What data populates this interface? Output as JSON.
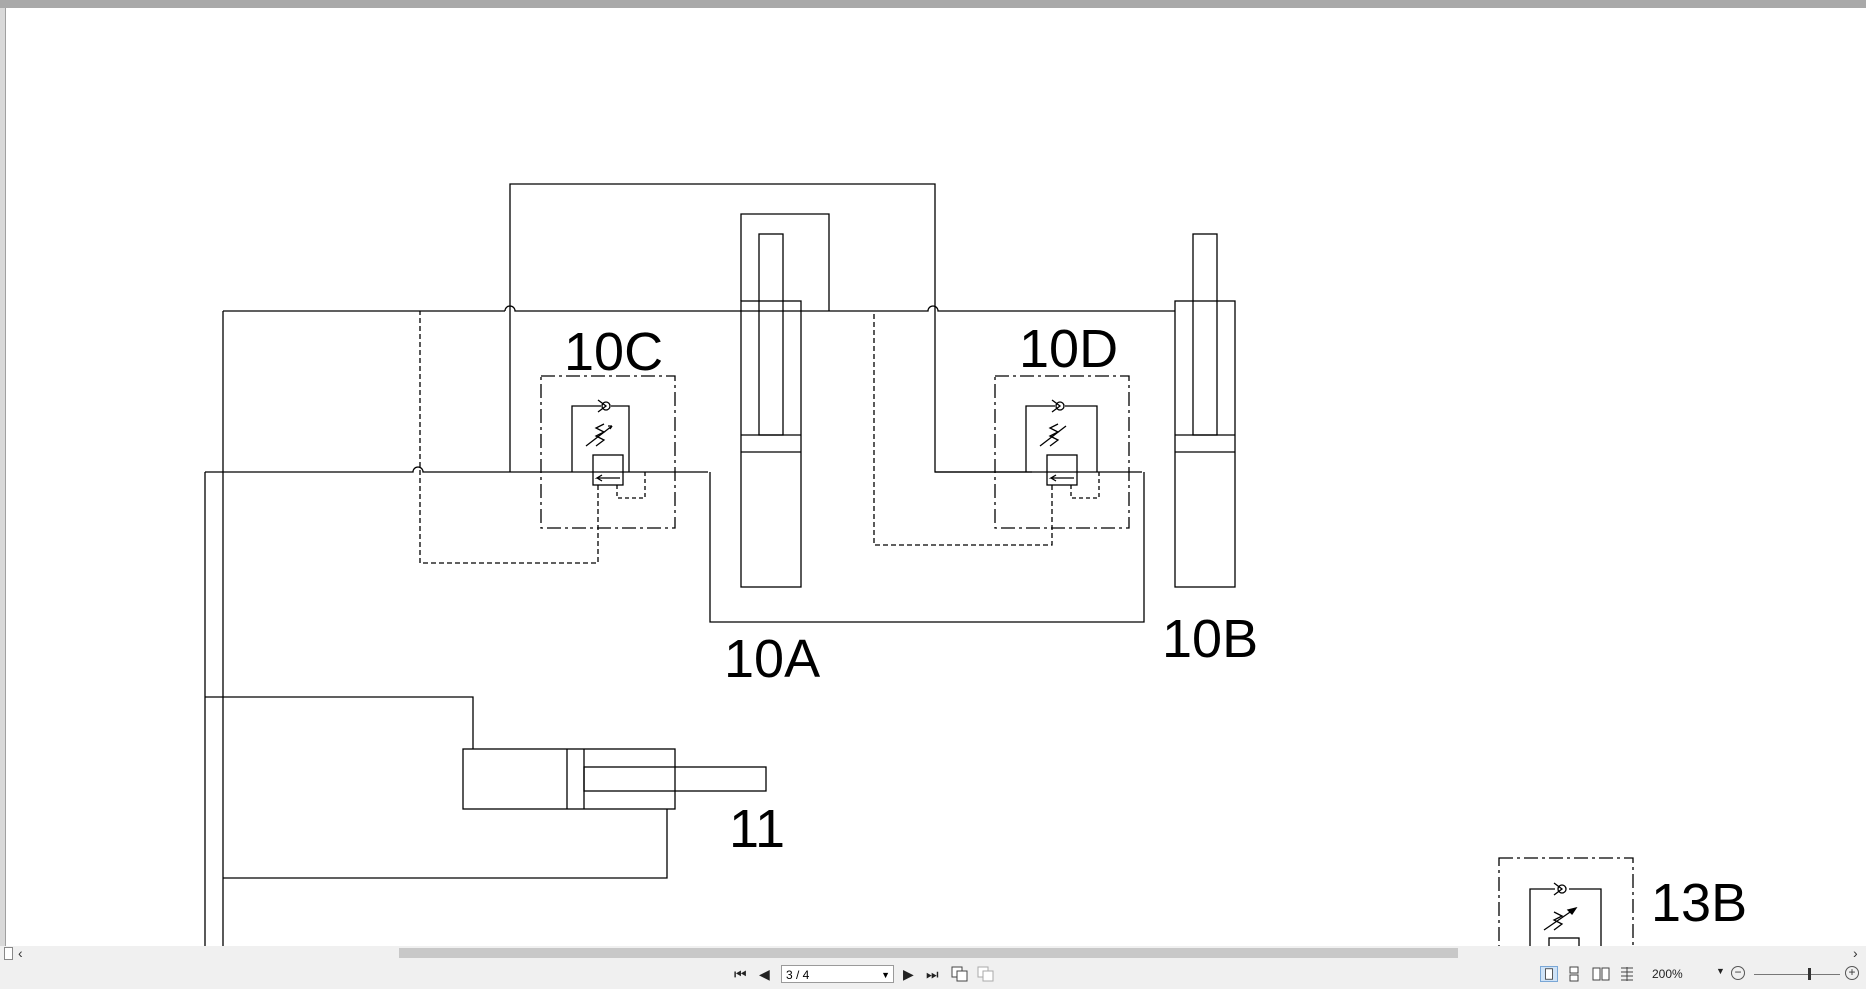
{
  "diagram": {
    "labels": {
      "c10": "10C",
      "d10": "10D",
      "a10": "10A",
      "b10": "10B",
      "n11": "11",
      "b13": "13B"
    }
  },
  "statusbar": {
    "page_indicator": "3 / 4",
    "zoom": "200%"
  },
  "icons": {
    "first_page": "first-page-icon",
    "prev_page": "previous-page-icon",
    "next_page": "next-page-icon",
    "last_page": "last-page-icon",
    "zoom_out": "zoom-out-icon",
    "zoom_in": "zoom-in-icon"
  }
}
